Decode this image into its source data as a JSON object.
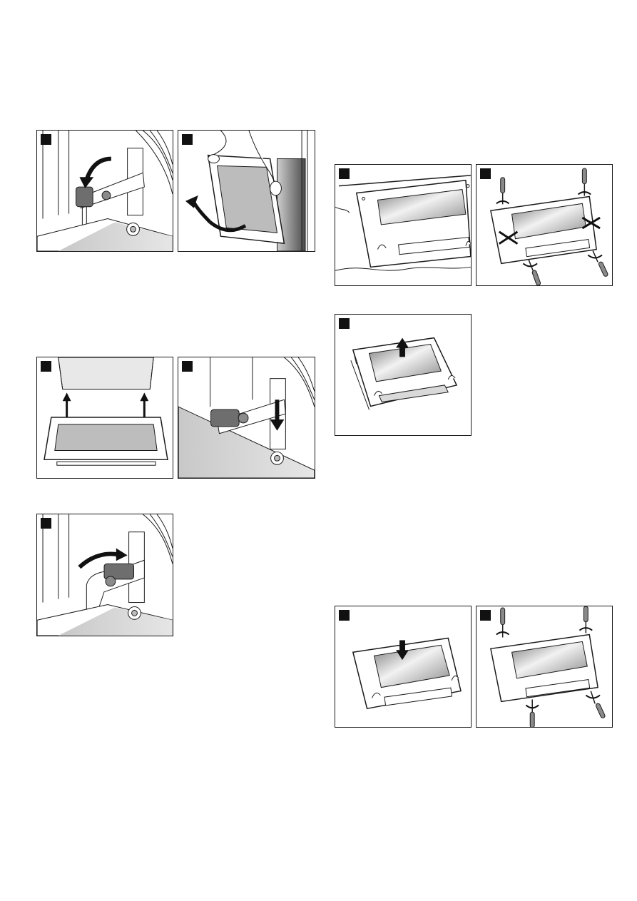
{
  "page": {
    "background": "#ffffff",
    "line_color": "#1a1a1a",
    "marker_color": "#111111"
  },
  "figures": [
    {
      "id": "fig-1",
      "subject": "hinge-lever-fold-down"
    },
    {
      "id": "fig-2",
      "subject": "lift-door-off-hinges"
    },
    {
      "id": "fig-3",
      "subject": "fit-door-onto-hinges"
    },
    {
      "id": "fig-4",
      "subject": "hinge-lever-lock"
    },
    {
      "id": "fig-5",
      "subject": "hinge-lever-fold-back"
    },
    {
      "id": "fig-6",
      "subject": "door-panel-removed"
    },
    {
      "id": "fig-7",
      "subject": "unscrew-door-panel"
    },
    {
      "id": "fig-8",
      "subject": "lift-out-inner-glass"
    },
    {
      "id": "fig-9",
      "subject": "insert-inner-glass"
    },
    {
      "id": "fig-10",
      "subject": "screw-door-panel-back"
    }
  ]
}
